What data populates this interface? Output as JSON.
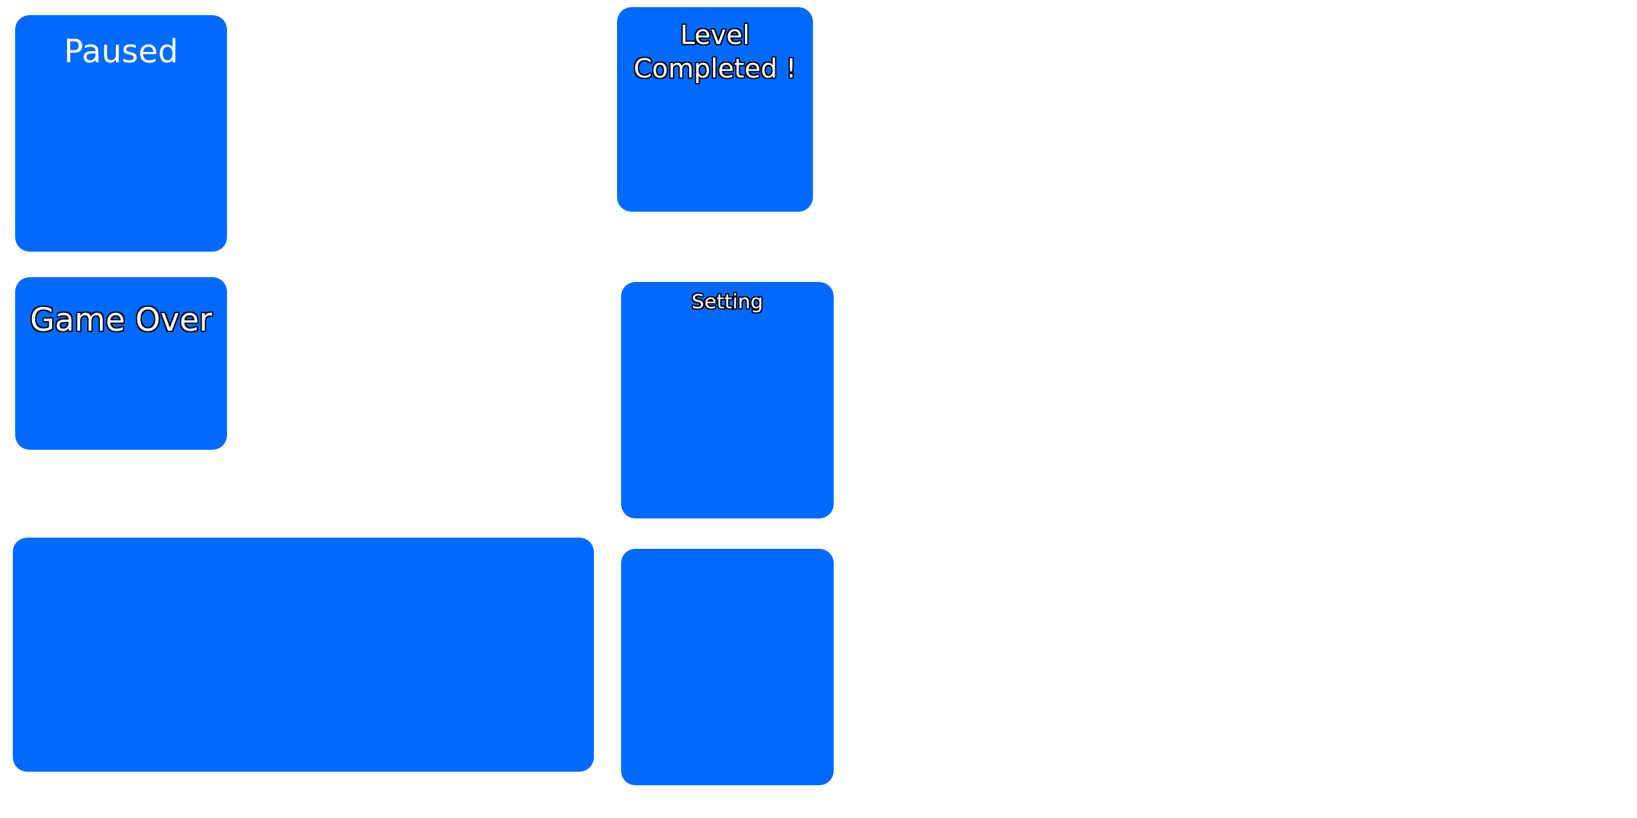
{
  "panels": {
    "paused": {
      "title": "Paused"
    },
    "level_completed": {
      "title": "Level\nCompleted !"
    },
    "game_over": {
      "title": "Game Over"
    },
    "setting": {
      "title": "Setting"
    }
  },
  "colors": {
    "panel": "#006aff",
    "title_text": "#ffffff",
    "title_outline": "#000000",
    "background": "#ffffff"
  }
}
